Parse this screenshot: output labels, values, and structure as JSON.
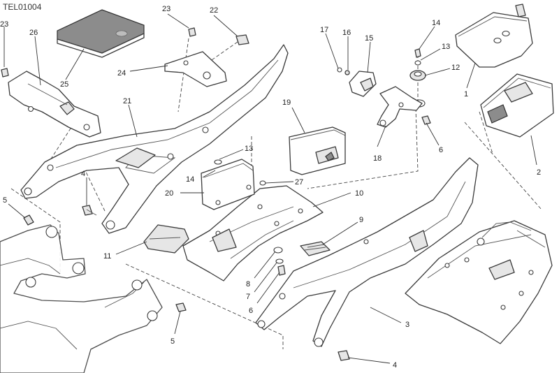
{
  "drawing": {
    "reference_code": "TEL01004",
    "accent_colors": {
      "line": "#3a3a3a",
      "fill": "#ffffff",
      "shade": "#e6e6e6",
      "dark": "#8c8c8c"
    }
  },
  "callouts": [
    {
      "id": "c23a",
      "label": "23"
    },
    {
      "id": "c26",
      "label": "26"
    },
    {
      "id": "c25",
      "label": "25"
    },
    {
      "id": "c23b",
      "label": "23"
    },
    {
      "id": "c22",
      "label": "22"
    },
    {
      "id": "c24",
      "label": "24"
    },
    {
      "id": "c21",
      "label": "21"
    },
    {
      "id": "c17",
      "label": "17"
    },
    {
      "id": "c16",
      "label": "16"
    },
    {
      "id": "c15",
      "label": "15"
    },
    {
      "id": "c14a",
      "label": "14"
    },
    {
      "id": "c13a",
      "label": "13"
    },
    {
      "id": "c12",
      "label": "12"
    },
    {
      "id": "c1",
      "label": "1"
    },
    {
      "id": "c19",
      "label": "19"
    },
    {
      "id": "c13b",
      "label": "13"
    },
    {
      "id": "c14b",
      "label": "14"
    },
    {
      "id": "c27",
      "label": "27"
    },
    {
      "id": "c20",
      "label": "20"
    },
    {
      "id": "c10",
      "label": "10"
    },
    {
      "id": "c18",
      "label": "18"
    },
    {
      "id": "c6a",
      "label": "6"
    },
    {
      "id": "c2",
      "label": "2"
    },
    {
      "id": "c4a",
      "label": "4"
    },
    {
      "id": "c5a",
      "label": "5"
    },
    {
      "id": "c11",
      "label": "11"
    },
    {
      "id": "c9",
      "label": "9"
    },
    {
      "id": "c8",
      "label": "8"
    },
    {
      "id": "c7",
      "label": "7"
    },
    {
      "id": "c6b",
      "label": "6"
    },
    {
      "id": "c5b",
      "label": "5"
    },
    {
      "id": "c3",
      "label": "3"
    },
    {
      "id": "c4b",
      "label": "4"
    }
  ]
}
